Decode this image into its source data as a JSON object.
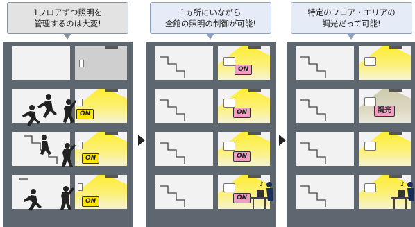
{
  "panels": [
    {
      "bubble_line1": "1フロアずつ照明を",
      "bubble_line2": "管理するのは大変!",
      "bubble_style": "gray"
    },
    {
      "bubble_line1": "1ヵ所にいながら",
      "bubble_line2": "全館の照明の制御が可能!",
      "bubble_style": "blue"
    },
    {
      "bubble_line1": "特定のフロア・エリアの",
      "bubble_line2": "調光だって可能!",
      "bubble_style": "blue"
    }
  ],
  "labels": {
    "on": "ON",
    "dim": "調光"
  },
  "colors": {
    "building": "#5e6670",
    "light": "#ffe500",
    "pink_label": "#f29cc2",
    "bubble_gray": "#e3e3e3",
    "bubble_blue": "#e6ecf7"
  }
}
